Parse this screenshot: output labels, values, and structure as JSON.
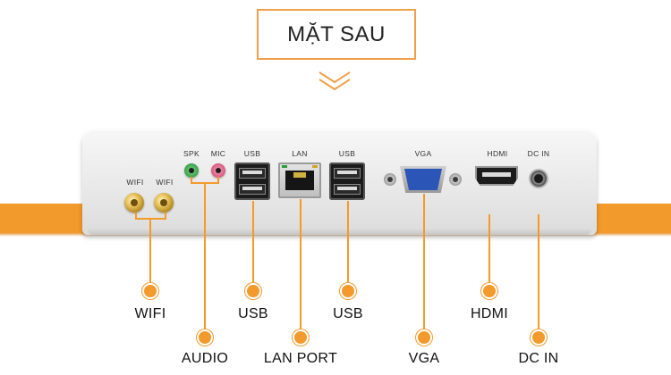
{
  "title": "MẶT SAU",
  "accent_color": "#f39a2c",
  "port_labels": {
    "wifi_left": "WIFI",
    "wifi_right": "WIFI",
    "spk": "SPK",
    "mic": "MIC",
    "usb_left": "USB",
    "lan": "LAN",
    "usb_right": "USB",
    "vga": "VGA",
    "hdmi": "HDMI",
    "dc_in": "DC IN"
  },
  "callouts": {
    "wifi": "WIFI",
    "audio": "AUDIO",
    "usb_left": "USB",
    "lan_port": "LAN PORT",
    "usb_right": "USB",
    "vga": "VGA",
    "hdmi": "HDMI",
    "dc_in": "DC IN"
  }
}
